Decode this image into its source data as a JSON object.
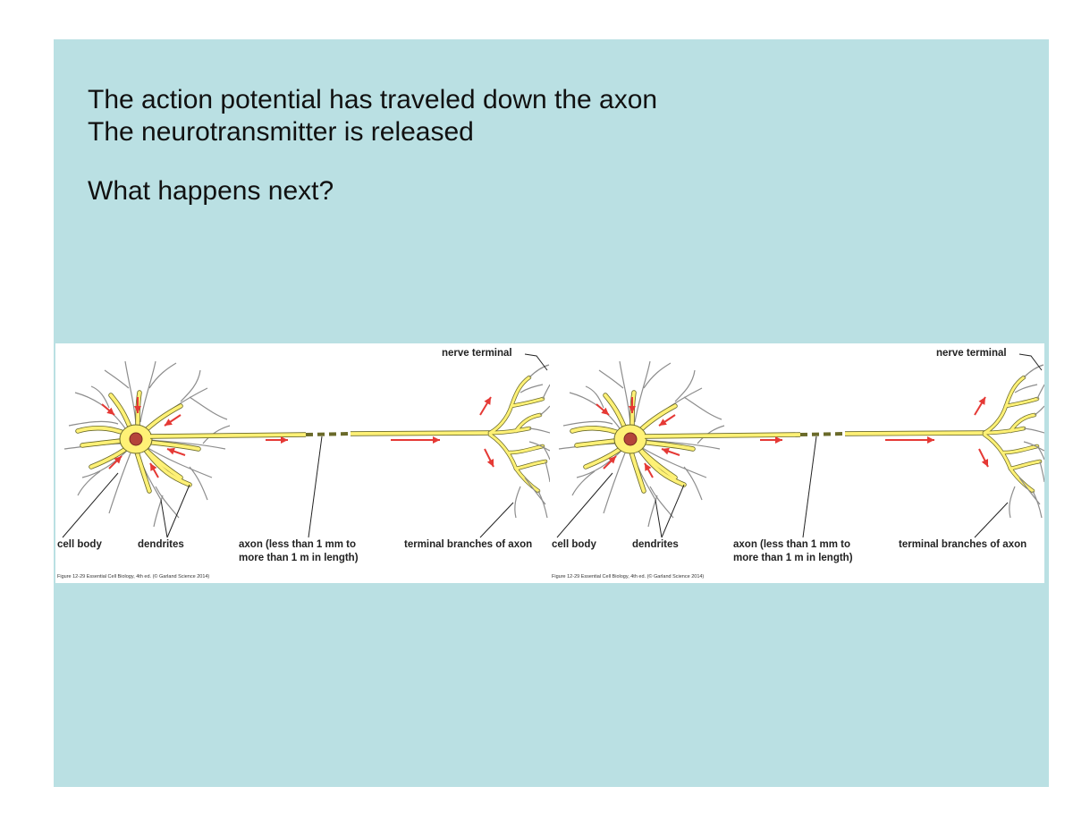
{
  "slide": {
    "lines": [
      "The action potential has traveled down the axon",
      "The neurotransmitter is released",
      "What happens next?"
    ]
  },
  "figures": [
    {
      "labels": {
        "nerve_terminal": "nerve terminal",
        "cell_body": "cell body",
        "dendrites": "dendrites",
        "axon_line1": "axon (less than 1 mm to",
        "axon_line2": "more than 1 m in length)",
        "terminal_branches": "terminal branches of axon"
      },
      "credit": "Figure 12-29 Essential Cell Biology, 4th ed. (© Garland Science 2014)"
    },
    {
      "labels": {
        "nerve_terminal": "nerve terminal",
        "cell_body": "cell body",
        "dendrites": "dendrites",
        "axon_line1": "axon (less than 1 mm to",
        "axon_line2": "more than 1 m in length)",
        "terminal_branches": "terminal branches of axon"
      },
      "credit": "Figure 12-29 Essential Cell Biology, 4th ed. (© Garland Science 2014)"
    }
  ],
  "colors": {
    "background": "#bae0e3",
    "neuron_fill": "#fff176",
    "arrow": "#e53935",
    "nucleus": "#b5443a"
  }
}
